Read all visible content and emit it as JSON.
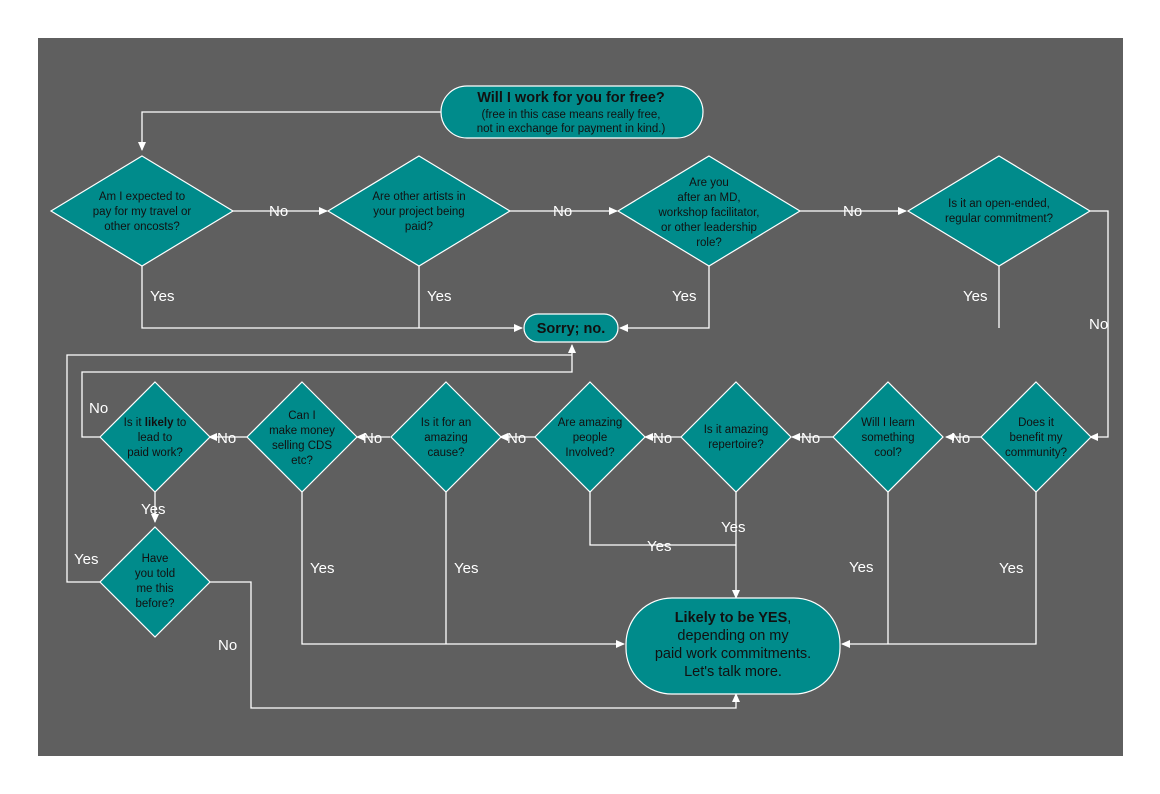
{
  "start": {
    "title": "Will I work for you for free?",
    "sub1": "(free in this case means really free,",
    "sub2": "not in exchange for payment in kind.)"
  },
  "top_row": [
    [
      "Am I expected to",
      "pay for my travel or",
      "other oncosts?"
    ],
    [
      "Are other artists in",
      "your project being",
      "paid?"
    ],
    [
      "Are you",
      "after an MD,",
      "workshop facilitator,",
      "or other leadership",
      "role?"
    ],
    [
      "Is it an open-ended,",
      "regular commitment?"
    ]
  ],
  "sorry": "Sorry; no.",
  "bottom_row": {
    "d_likely_l1_pre": "Is it ",
    "d_likely_l1_bold": "likely",
    "d_likely_l1_post": " to",
    "d_likely_l2": "lead to",
    "d_likely_l3": "paid work?",
    "d_money": [
      "Can I",
      "make money",
      "selling CDS",
      "etc?"
    ],
    "d_cause": [
      "Is it for an",
      "amazing",
      "cause?"
    ],
    "d_people": [
      "Are amazing",
      "people",
      "Involved?"
    ],
    "d_repertoire": [
      "Is it amazing",
      "repertoire?"
    ],
    "d_learn": [
      "Will I learn",
      "something",
      "cool?"
    ],
    "d_community": [
      "Does it",
      "benefit my",
      "community?"
    ]
  },
  "d_told": [
    "Have",
    "you told",
    "me this",
    "before?"
  ],
  "result": {
    "l1_bold": "Likely to be YES",
    "l1_tail": ",",
    "l2": "depending on my",
    "l3": "paid work commitments.",
    "l4": "Let's talk more."
  },
  "edges": {
    "no": "No",
    "yes": "Yes"
  },
  "colors": {
    "background": "#5f5f5f",
    "node_fill": "#008b8b",
    "line": "#ffffff",
    "text": "#111111"
  }
}
